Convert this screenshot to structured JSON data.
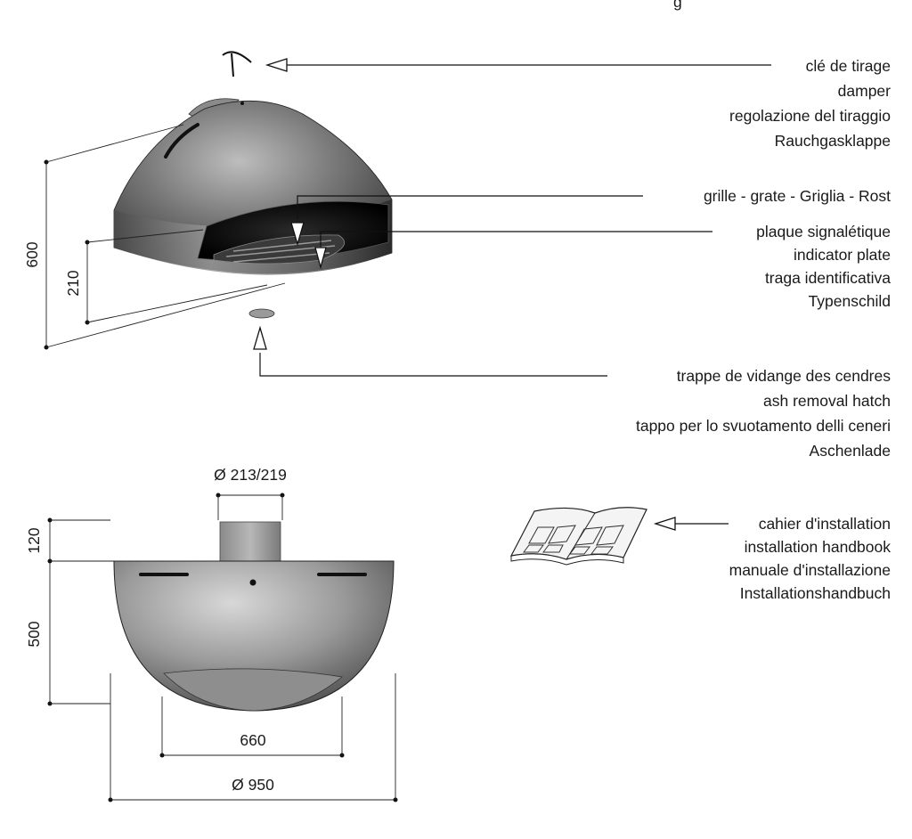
{
  "header_fragment": "g",
  "callouts": {
    "damper": [
      "clé de tirage",
      "damper",
      "regolazione del tiraggio",
      "Rauchgasklappe"
    ],
    "grille": [
      "grille - grate - Griglia - Rost"
    ],
    "plate": [
      "plaque signalétique",
      "indicator plate",
      "traga identificativa",
      "Typenschild"
    ],
    "ash": [
      "trappe de vidange des cendres",
      "ash removal hatch",
      "tappo per lo svuotamento delli ceneri",
      "Aschenlade"
    ],
    "handbook": [
      "cahier d'installation",
      "installation handbook",
      "manuale d'installazione",
      "Installationshandbuch"
    ]
  },
  "dimensions": {
    "height_total": "600",
    "opening_height": "210",
    "flue_diameter": "Ø 213/219",
    "flue_height": "120",
    "body_height": "500",
    "opening_width": "660",
    "body_diameter": "Ø 950"
  }
}
